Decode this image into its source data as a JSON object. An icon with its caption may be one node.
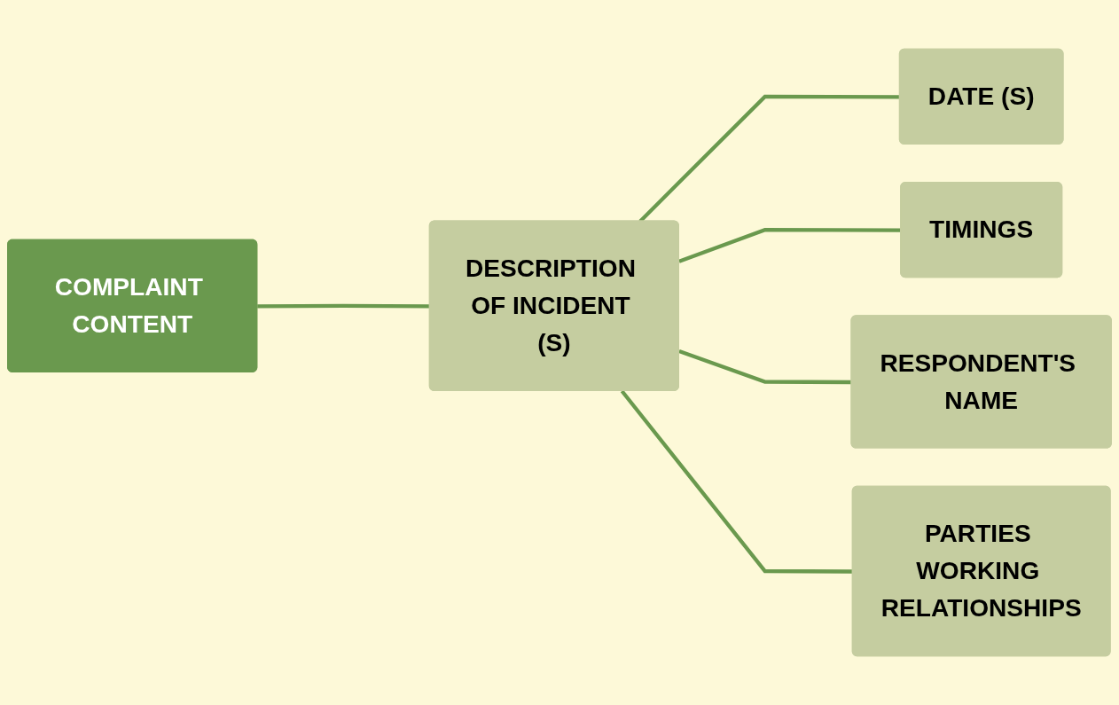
{
  "diagram": {
    "nodes": [
      {
        "text": [
          "COMPLAINT CONTENT"
        ]
      },
      {
        "text": [
          "DESCRIPTION OF INCIDENT (S)"
        ]
      },
      {
        "text": [
          "DATE (S)"
        ]
      },
      {
        "text": [
          "TIMINGS"
        ]
      },
      {
        "text": [
          "RESPONDENT'S NAME"
        ]
      },
      {
        "text": [
          "PARTIES WORKING RELATIONSHIPS"
        ]
      }
    ],
    "edges": [
      {
        "from": 0,
        "to": 1,
        "arrow": "none"
      },
      {
        "from": 1,
        "to": 2,
        "arrow": "none"
      },
      {
        "from": 1,
        "to": 3,
        "arrow": "none"
      },
      {
        "from": 1,
        "to": 4,
        "arrow": "none"
      },
      {
        "from": 1,
        "to": 5,
        "arrow": "none"
      }
    ]
  }
}
